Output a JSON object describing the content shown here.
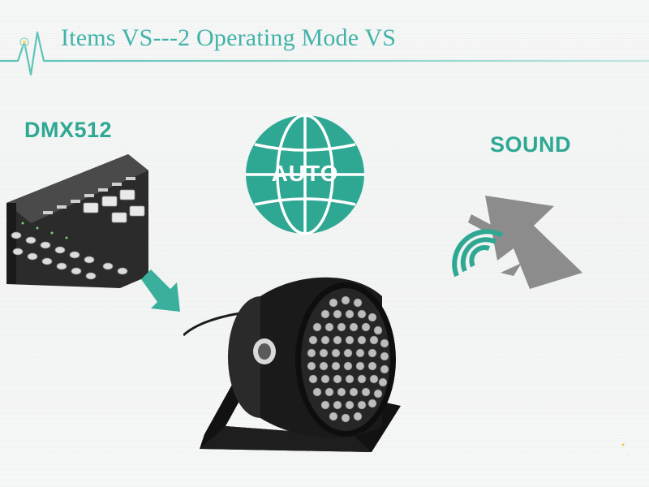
{
  "slide": {
    "title": "Items VS---2 Operating Mode VS"
  },
  "modes": {
    "dmx_label": "DMX512",
    "auto_label": "AUTO",
    "sound_label": "SOUND"
  },
  "colors": {
    "accent": "#2fa893",
    "title": "#41b3a8",
    "icon_gray": "#8c8c8c",
    "background": "#f7f8f8"
  },
  "icons": {
    "globe": "globe-icon",
    "console": "dmx-console",
    "arrow": "arrow-down-right-icon",
    "sound": "speaker-sound-icon",
    "light": "par-light"
  }
}
